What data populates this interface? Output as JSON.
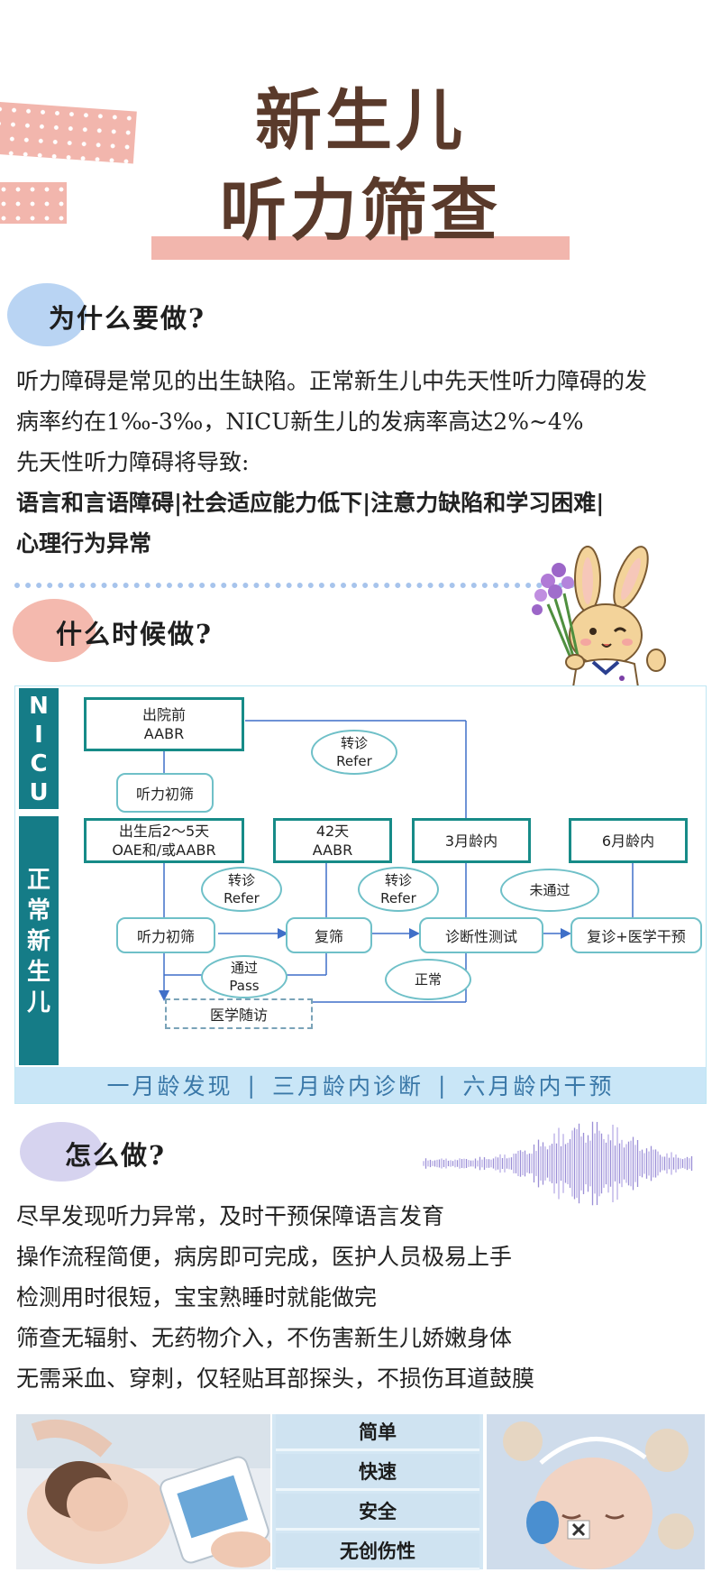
{
  "title": {
    "line1": "新生儿",
    "line2": "听力筛查"
  },
  "why": {
    "heading": "为什么要做?",
    "lines": [
      "听力障碍是常见的出生缺陷。正常新生儿中先天性听力障碍的发",
      "病率约在1‰-3‰，NICU新生儿的发病率高达2%~4%",
      "先天性听力障碍将导致:"
    ],
    "bold_lines": [
      "语言和言语障碍|社会适应能力低下|注意力缺陷和学习困难|",
      "心理行为异常"
    ]
  },
  "when": {
    "heading": "什么时候做?",
    "flowchart": {
      "side_nicu": [
        "N",
        "I",
        "C",
        "U"
      ],
      "side_normal": [
        "正",
        "常",
        "新",
        "生",
        "儿"
      ],
      "nicu_box_l1": "出院前",
      "nicu_box_l2": "AABR",
      "nicu_screen": "听力初筛",
      "refer_top_l1": "转诊",
      "refer_top_l2": "Refer",
      "box_birth_l1": "出生后2～5天",
      "box_birth_l2": "OAE和/或AABR",
      "box_42_l1": "42天",
      "box_42_l2": "AABR",
      "box_3m": "3月龄内",
      "box_6m": "6月龄内",
      "refer1_l1": "转诊",
      "refer1_l2": "Refer",
      "refer2_l1": "转诊",
      "refer2_l2": "Refer",
      "not_pass": "未通过",
      "screen1": "听力初筛",
      "rescreen": "复筛",
      "diagnostic": "诊断性测试",
      "followup": "复诊+医学干预",
      "pass_l1": "通过",
      "pass_l2": "Pass",
      "normal": "正常",
      "medical_follow": "医学随访",
      "banner": [
        "一月龄发现",
        "三月龄内诊断",
        "六月龄内干预"
      ],
      "banner_sep": "|"
    }
  },
  "how": {
    "heading": "怎么做?",
    "lines": [
      "尽早发现听力异常，及时干预保障语言发育",
      "操作流程简便，病房即可完成，医护人员极易上手",
      "检测用时很短，宝宝熟睡时就能做完",
      "筛查无辐射、无药物介入，不伤害新生儿娇嫩身体",
      "无需采血、穿刺，仅轻贴耳部探头，不损伤耳道鼓膜"
    ],
    "features": [
      "简单",
      "快速",
      "安全",
      "无创伤性"
    ]
  },
  "colors": {
    "title_brown": "#5a3a2b",
    "accent_pink": "#f2b6ad",
    "blob_blue": "#b9d4f3",
    "blob_pink": "#f4b9ae",
    "blob_purple": "#d6d3ef",
    "teal": "#157c87",
    "banner_blue": "#c9e6f7"
  }
}
